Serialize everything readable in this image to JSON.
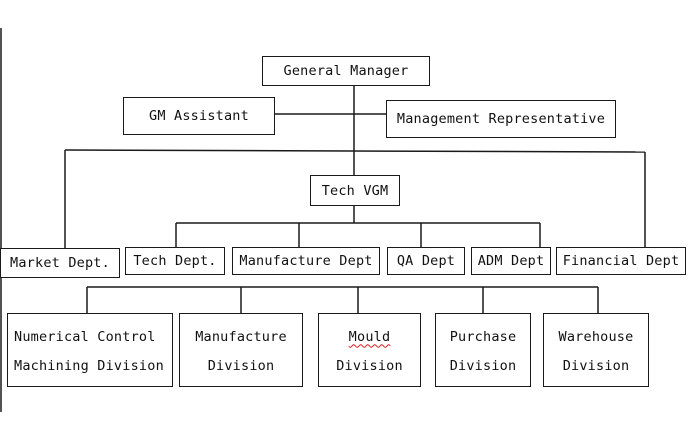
{
  "chart": {
    "general_manager": "General Manager",
    "gm_assistant": "GM Assistant",
    "management_representative": "Management Representative",
    "tech_vgm": "Tech VGM",
    "departments": {
      "market": "Market Dept.",
      "tech": "Tech Dept.",
      "manufacture": "Manufacture Dept",
      "qa": "QA Dept",
      "adm": "ADM Dept",
      "financial": "Financial Dept"
    },
    "divisions": {
      "numerical_control": [
        "Numerical Control",
        "Machining Division"
      ],
      "manufacture": [
        "Manufacture",
        "Division"
      ],
      "mould": [
        "Mould",
        "Division"
      ],
      "purchase": [
        "Purchase",
        "Division"
      ],
      "warehouse": [
        "Warehouse",
        "Division"
      ]
    }
  },
  "colors": {
    "line": "#1a1a1a",
    "spellcheck_underline": "#d81e1e"
  }
}
